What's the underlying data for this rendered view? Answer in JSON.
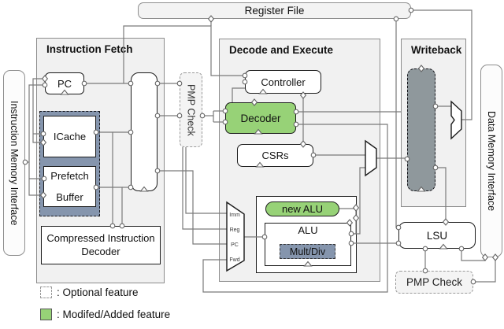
{
  "colors": {
    "modified_green": "#97d277",
    "optional_blue_gray": "#8595ad",
    "writeback_gray": "#8f989c",
    "section_fill": "#f1f1f1"
  },
  "register_file": {
    "label": "Register File"
  },
  "interfaces": {
    "instruction_memory": {
      "label": "Instruction Memory Interface"
    },
    "data_memory": {
      "label": "Data Memory Interface"
    }
  },
  "instruction_fetch": {
    "title": "Instruction Fetch",
    "pc": {
      "label": "PC"
    },
    "icache": {
      "label": "ICache"
    },
    "prefetch_buffer": {
      "line1": "Prefetch",
      "line2": "Buffer"
    },
    "compressed_decoder": {
      "line1": "Compressed Instruction",
      "line2": "Decoder"
    },
    "pmp_check": {
      "label": "PMP Check"
    }
  },
  "decode_and_execute": {
    "title": "Decode and Execute",
    "controller": {
      "label": "Controller"
    },
    "decoder": {
      "label": "Decoder"
    },
    "csrs": {
      "label": "CSRs"
    },
    "operand_mux_inputs": [
      "Imm",
      "Reg",
      "PC",
      "Fwd"
    ],
    "new_alu": {
      "label": "new ALU"
    },
    "alu": {
      "label": "ALU"
    },
    "mult_div": {
      "label": "Mult/Div"
    }
  },
  "writeback": {
    "title": "Writeback"
  },
  "memory_access": {
    "lsu": {
      "label": "LSU"
    },
    "pmp_check": {
      "label": "PMP Check"
    }
  },
  "legend": {
    "optional": {
      "label": ": Optional feature"
    },
    "modified": {
      "label": ": Modifed/Added feature"
    }
  }
}
